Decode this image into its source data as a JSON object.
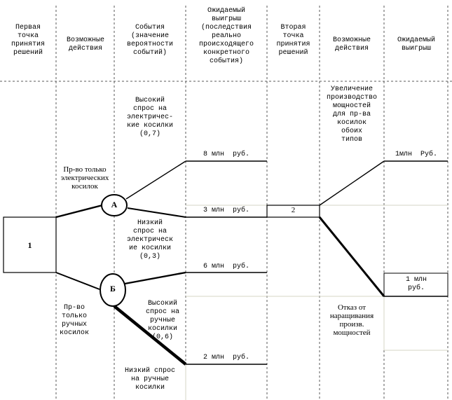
{
  "headers": {
    "col1": "Первая\nточка\nпринятия\nрешений",
    "col2": "Возможные\nдействия",
    "col3": "События\n(значение\nвероятности\nсобытий)",
    "col4": "Ожидаемый\nвыигрыш\n(последствия\nреально\nпроисходящего\nконкретного\nсобытия)",
    "col5": "Вторая\nточка\nпринятия\nрешений",
    "col6": "Возможные\nдействия",
    "col7": "Ожидаемый\nвыигрыш"
  },
  "nodes": {
    "decision1": "1",
    "chance_a": "А",
    "chance_b": "Б",
    "decision2": "2"
  },
  "actions": {
    "electric_only": "Пр-во только\nэлектрических\nкосилок",
    "manual_only": "Пр-во\nтолько\nручных\nкосилок",
    "increase_capacity": "Увеличение\nпроизводство\nмощностей\nдля пр-ва\nкосилок\nобоих\nтипов",
    "refuse_increase": "Отказ от\nнаращивания\nпроизв.\nмощностей"
  },
  "events": {
    "high_electric": "Высокий\nспрос на\nэлектричес-\nкие косилки\n(0,7)",
    "low_electric": "Низкий\nспрос на\nэлектрическ\nие косилки\n(0,3)",
    "high_manual": "Высокий\nспрос на\nручные\nкосилки\n(0,6)",
    "low_manual": "Низкий спрос\nна ручные\nкосилки"
  },
  "payoffs": {
    "p_8": "8 млн  руб.",
    "p_3": "3 млн  руб.",
    "p_6": "6 млн  руб.",
    "p_2": "2 млн  руб.",
    "p_1_increase": "1млн  Руб.",
    "p_1_refuse": "1 млн\nруб."
  }
}
